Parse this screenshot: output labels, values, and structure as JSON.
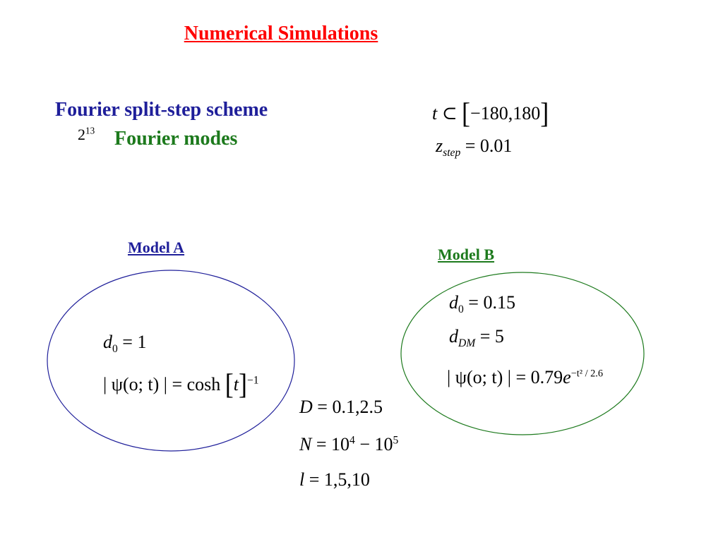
{
  "title": "Numerical Simulations",
  "scheme": {
    "heading": "Fourier split-step scheme",
    "modes_base": "2",
    "modes_exp": "13",
    "modes_label": "Fourier modes"
  },
  "params": {
    "t_var": "t",
    "subset": "⊂",
    "t_range": "−180,180",
    "z_var": "z",
    "z_sub": "step",
    "z_value": "= 0.01"
  },
  "model_a": {
    "label": "Model A",
    "d_var": "d",
    "d_sub": "0",
    "d_value": "= 1",
    "psi_lhs": "| ψ(o; t) | = cosh",
    "psi_arg": "t",
    "psi_exp": "−1"
  },
  "model_b": {
    "label": "Model B",
    "d0_var": "d",
    "d0_sub": "0",
    "d0_value": "= 0.15",
    "ddm_var": "d",
    "ddm_sub": "DM",
    "ddm_value": "= 5",
    "psi_lhs": "| ψ(o; t) | = 0.79",
    "psi_e": "e",
    "psi_exp": "−t² / 2.6"
  },
  "shared": {
    "D_var": "D",
    "D_value": "= 0.1,2.5",
    "N_var": "N",
    "N_eq": "= 10",
    "N_exp1": "4",
    "N_mid": " − 10",
    "N_exp2": "5",
    "l_var": "l",
    "l_value": "= 1,5,10"
  },
  "colors": {
    "title": "#ff0000",
    "blue": "#1f1f9a",
    "green": "#1d7a1d"
  }
}
